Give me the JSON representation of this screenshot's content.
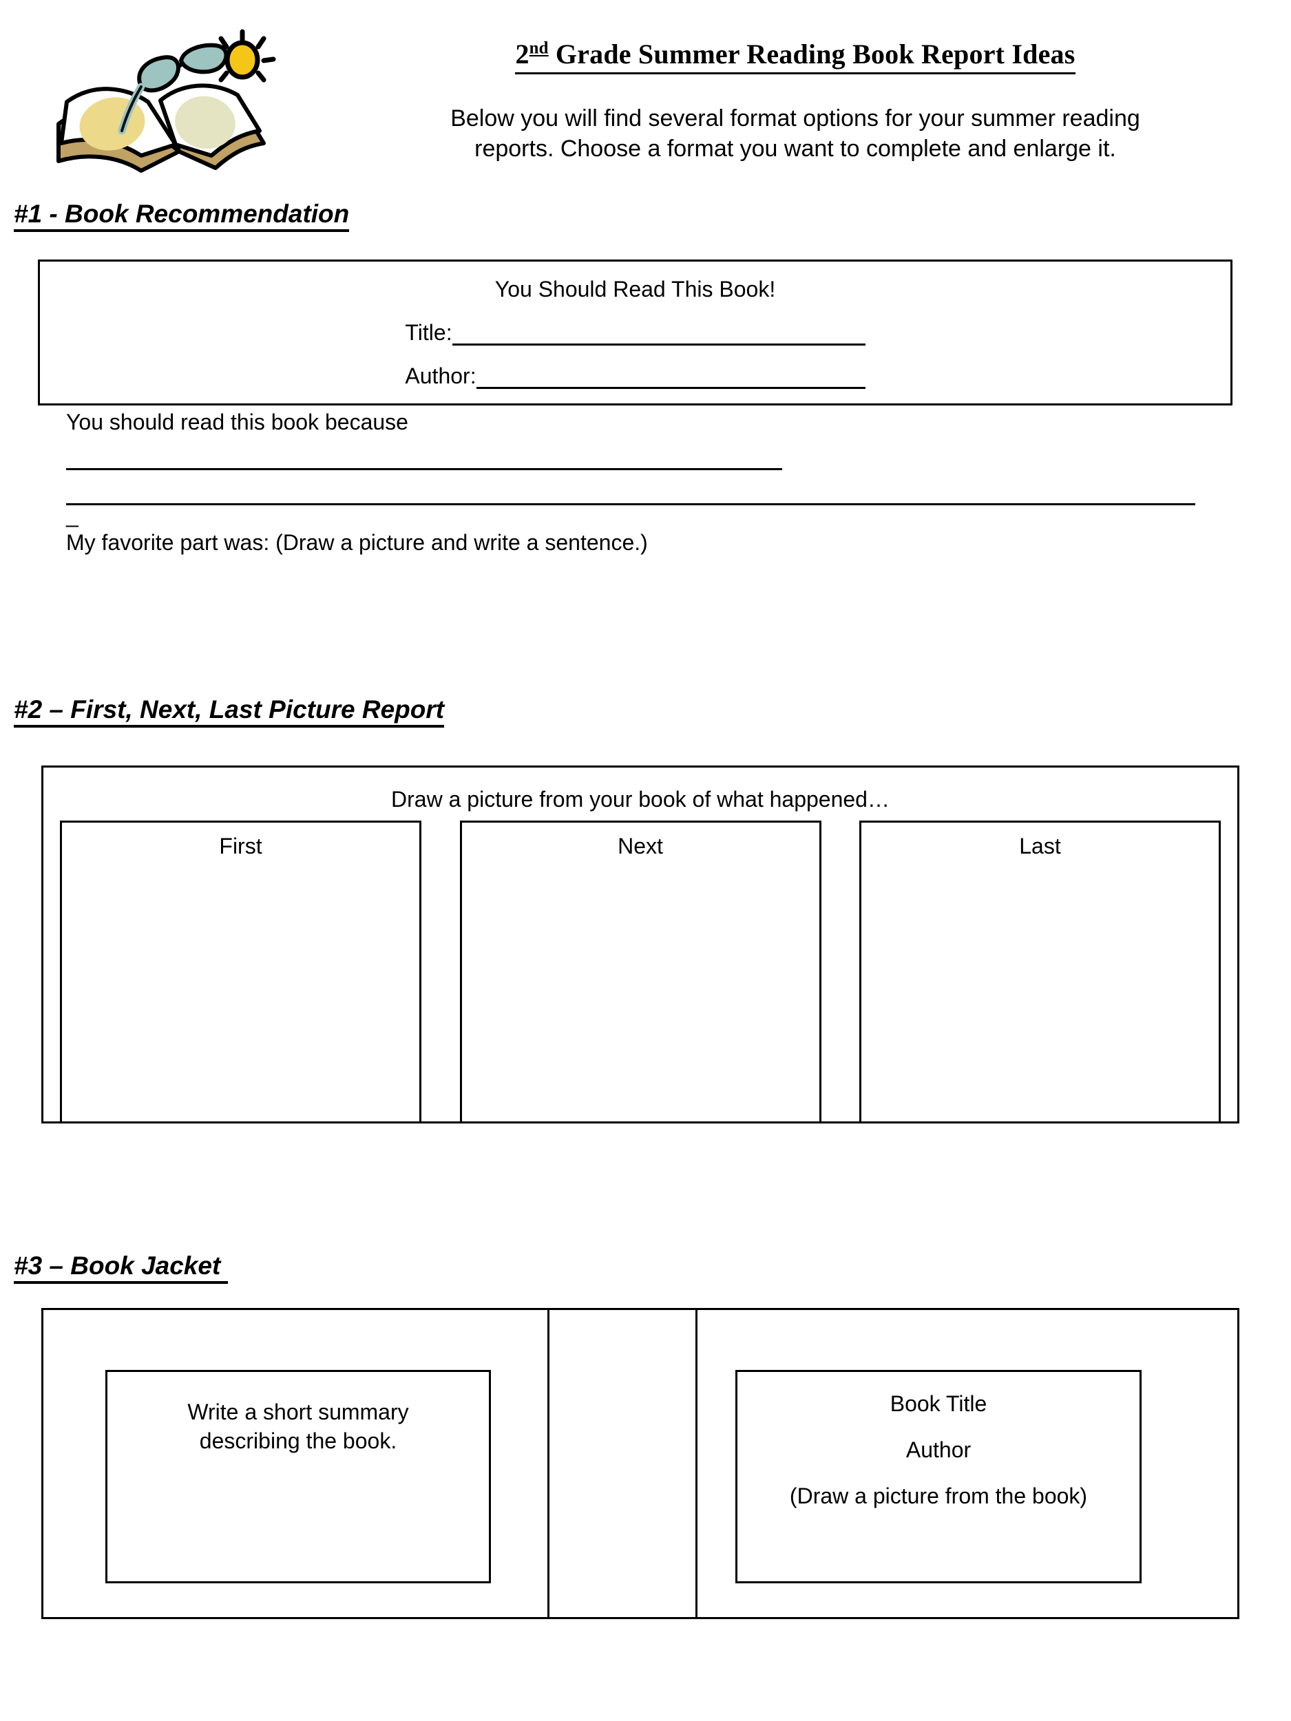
{
  "header": {
    "title_number": "2",
    "title_superscript": "nd",
    "title_rest": " Grade Summer Reading Book Report Ideas",
    "subtitle_line1": "Below you will find several format options for your summer reading",
    "subtitle_line2": "reports. Choose a format you want to complete and enlarge it.",
    "clipart_name": "open-book-with-sunglasses-and-sun-clipart",
    "colors": {
      "book_page_warm": "#EDD98A",
      "book_page_pale": "#E4E3C2",
      "book_edge_tan": "#BFA264",
      "sunglasses_teal": "#9DC4C0",
      "sun_yellow": "#F5C518",
      "outline_black": "#000000"
    }
  },
  "sections": [
    {
      "heading": "#1 - Book Recommendation",
      "content": {
        "headline": "You Should Read This Book!",
        "title_label": "Title:",
        "author_label": "Author:",
        "because_text": "You should read this book because",
        "dash": "_",
        "favorite_text": "My favorite part was: (Draw a picture and write a sentence.)"
      }
    },
    {
      "heading": "#2 – First, Next, Last Picture Report",
      "content": {
        "caption": "Draw a picture from your book of what happened…",
        "panels": [
          {
            "label": "First"
          },
          {
            "label": "Next"
          },
          {
            "label": "Last"
          }
        ]
      }
    },
    {
      "heading": "#3 – Book Jacket ",
      "content": {
        "summary_line1": "Write a short summary",
        "summary_line2": "describing the book.",
        "cover_line1": "Book Title",
        "cover_line2": "Author",
        "cover_line3": "(Draw a picture from the book)"
      }
    }
  ]
}
